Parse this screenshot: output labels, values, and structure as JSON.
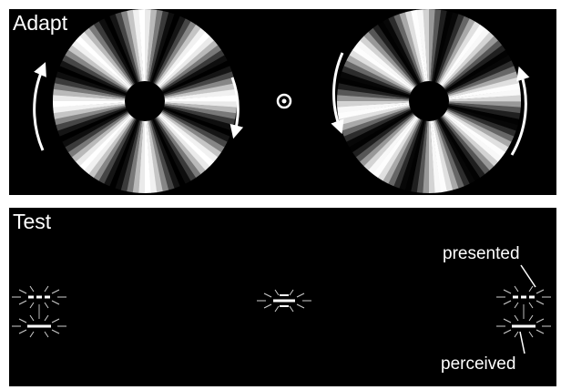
{
  "panels": {
    "adapt": {
      "label": "Adapt",
      "left_disc": {
        "rotation_arrow": "clockwise"
      },
      "right_disc": {
        "rotation_arrow": "counterclockwise"
      },
      "fixation_icon": "bullseye-icon"
    },
    "test": {
      "label": "Test",
      "presented_label": "presented",
      "perceived_label": "perceived"
    }
  },
  "colors": {
    "background": "#000000",
    "stimulus": "#ffffff",
    "frame": "#ffffff"
  }
}
